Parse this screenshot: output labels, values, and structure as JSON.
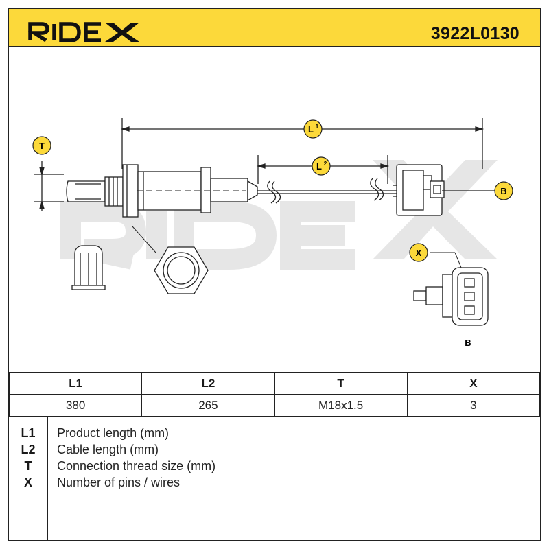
{
  "header": {
    "brand": "RIDEX",
    "part_number": "3922L0130",
    "background_color": "#fcd93a"
  },
  "drawing": {
    "watermark": "RIDEX",
    "callouts": {
      "t": "T",
      "b": "B",
      "x": "X",
      "l1": "L",
      "l1_sup": "1",
      "l2": "L",
      "l2_sup": "2",
      "connector_caption": "B"
    }
  },
  "spec_table": {
    "headers": [
      "L1",
      "L2",
      "T",
      "X"
    ],
    "values": [
      "380",
      "265",
      "M18x1.5",
      "3"
    ]
  },
  "legend": {
    "items": [
      {
        "key": "L1",
        "description": "Product length (mm)"
      },
      {
        "key": "L2",
        "description": "Cable length (mm)"
      },
      {
        "key": "T",
        "description": "Connection thread size (mm)"
      },
      {
        "key": "X",
        "description": "Number of pins / wires"
      }
    ]
  }
}
